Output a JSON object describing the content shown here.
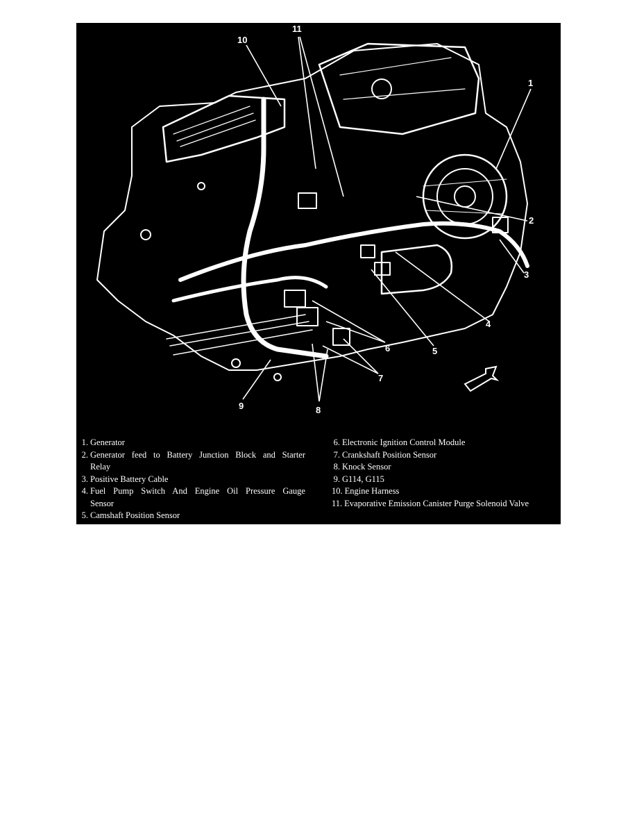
{
  "figure": {
    "callouts": [
      {
        "id": "c1",
        "text": "1"
      },
      {
        "id": "c2",
        "text": "2"
      },
      {
        "id": "c3",
        "text": "3"
      },
      {
        "id": "c4",
        "text": "4"
      },
      {
        "id": "c5",
        "text": "5"
      },
      {
        "id": "c6",
        "text": "6"
      },
      {
        "id": "c7",
        "text": "7"
      },
      {
        "id": "c8",
        "text": "8"
      },
      {
        "id": "c9",
        "text": "9"
      },
      {
        "id": "c10",
        "text": "10"
      },
      {
        "id": "c11",
        "text": "11"
      }
    ],
    "legend": {
      "left": [
        {
          "num": "1.",
          "lines": [
            "Generator"
          ]
        },
        {
          "num": "2.",
          "lines": [
            "Generator feed to Battery Junction Block and Starter",
            "Relay"
          ]
        },
        {
          "num": "3.",
          "lines": [
            "Positive Battery Cable"
          ]
        },
        {
          "num": "4.",
          "lines": [
            "Fuel Pump Switch And Engine Oil Pressure Gauge",
            "Sensor"
          ]
        },
        {
          "num": "5.",
          "lines": [
            "Camshaft Position Sensor"
          ]
        }
      ],
      "right": [
        {
          "num": "6.",
          "lines": [
            "Electronic Ignition Control Module"
          ]
        },
        {
          "num": "7.",
          "lines": [
            "Crankshaft Position Sensor"
          ]
        },
        {
          "num": "8.",
          "lines": [
            "Knock Sensor"
          ]
        },
        {
          "num": "9.",
          "lines": [
            "G114, G115"
          ]
        },
        {
          "num": "10.",
          "lines": [
            "Engine Harness"
          ]
        },
        {
          "num": "11.",
          "lines": [
            "Evaporative Emission Canister Purge Solenoid Valve"
          ]
        }
      ]
    }
  }
}
